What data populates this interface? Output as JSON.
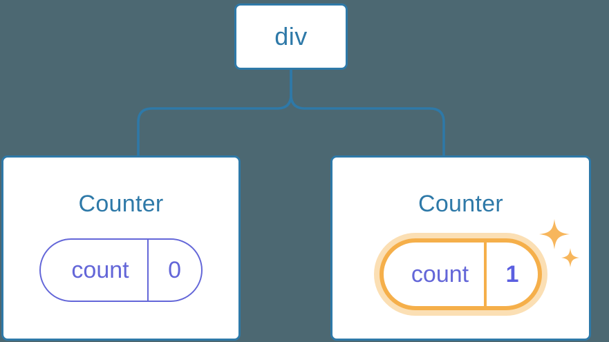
{
  "diagram": {
    "type": "component-tree",
    "background_color": "#4C6872",
    "accent_blue": "#2E79A8",
    "accent_purple": "#6366D8",
    "accent_orange": "#F5AF4A",
    "accent_orange_glow": "#FBDFB4",
    "root": {
      "label": "div"
    },
    "children": [
      {
        "title": "Counter",
        "state": {
          "key": "count",
          "value": "0"
        },
        "highlighted": false
      },
      {
        "title": "Counter",
        "state": {
          "key": "count",
          "value": "1"
        },
        "highlighted": true
      }
    ]
  }
}
